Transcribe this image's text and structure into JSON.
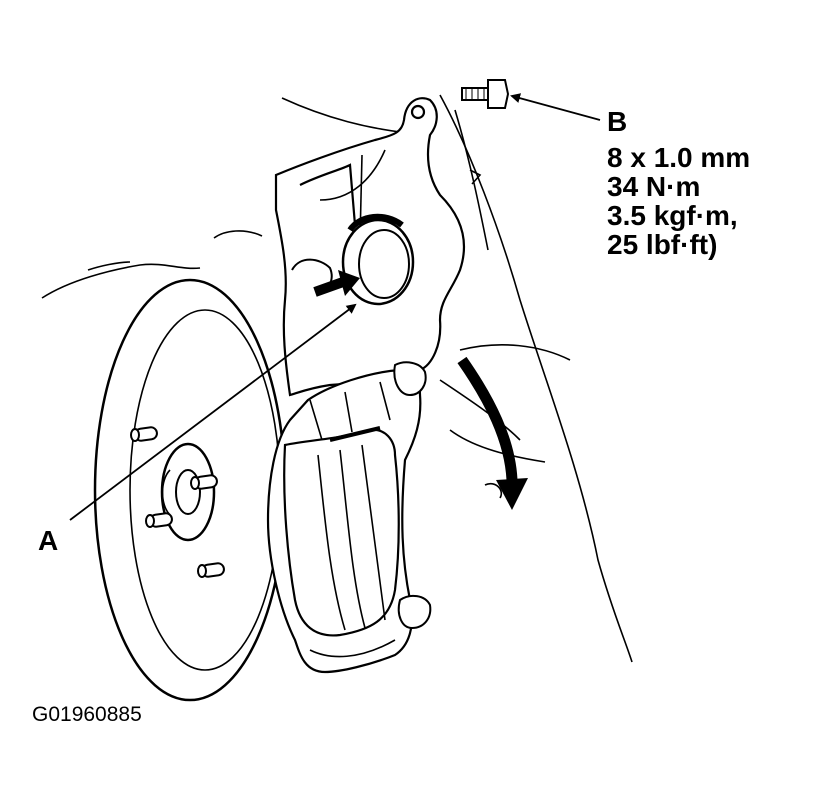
{
  "figure": {
    "callout_a": "A",
    "callout_b": "B",
    "specs": [
      "8 x 1.0 mm",
      "34 N·m",
      "3.5 kgf·m,",
      "25 lbf·ft)"
    ],
    "figure_id": "G01960885"
  },
  "colors": {
    "ink": "#000000",
    "paper": "#ffffff"
  }
}
